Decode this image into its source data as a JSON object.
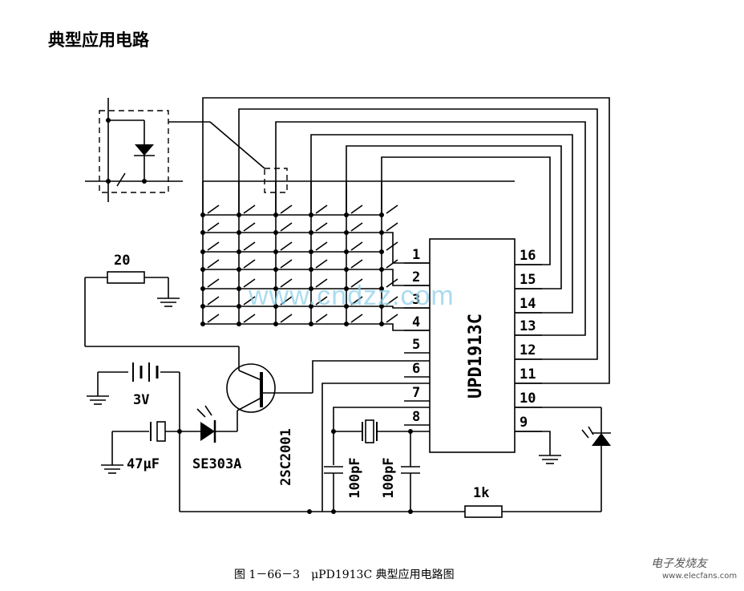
{
  "header": {
    "title": "典型应用电路"
  },
  "caption": "图 1－66－3　μPD1913C 典型应用电路图",
  "watermark": "www.cndzz.com",
  "logo": {
    "text": "电子发烧友",
    "sub": "www.elecfans.com"
  },
  "chip": {
    "label": "UPD1913C",
    "left_pins": [
      "1",
      "2",
      "3",
      "4",
      "5",
      "6",
      "7",
      "8"
    ],
    "right_pins": [
      "16",
      "15",
      "14",
      "13",
      "12",
      "11",
      "10",
      "9"
    ]
  },
  "components": {
    "resistor_top": "20",
    "battery": "3V",
    "capacitor": "47μF",
    "led": "SE303A",
    "transistor": "2SC2001",
    "cap_a": "100pF",
    "cap_b": "100pF",
    "resistor_bottom": "1k"
  }
}
